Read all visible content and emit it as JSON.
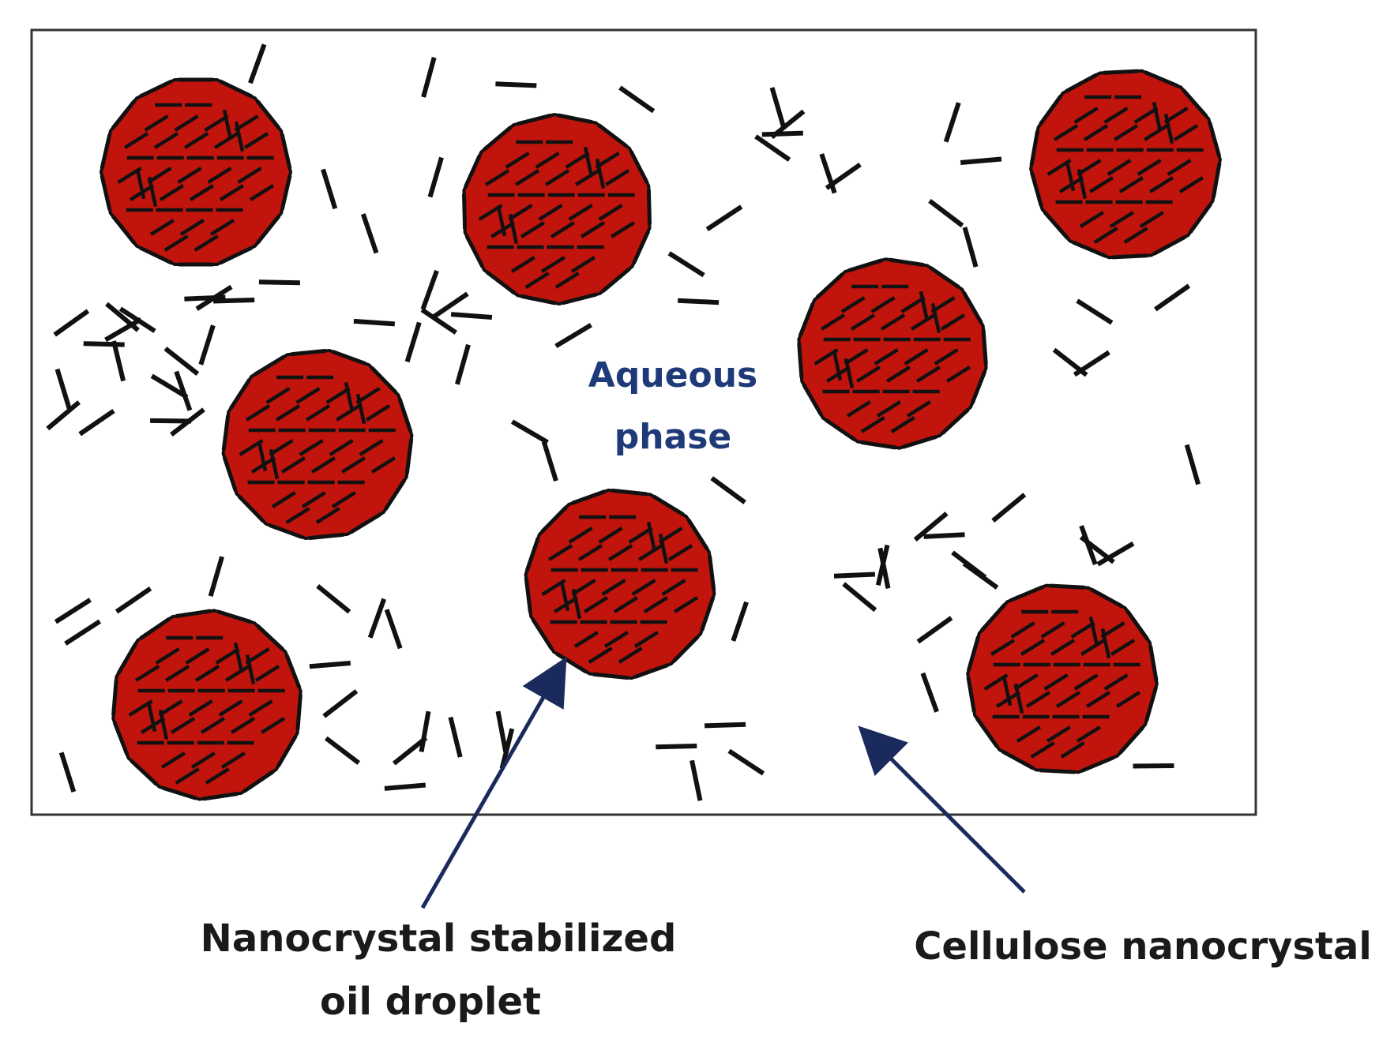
{
  "labels": {
    "aqueous_line1": "Aqueous",
    "aqueous_line2": "phase",
    "droplet_line1": "Nanocrystal stabilized",
    "droplet_line2": "oil droplet",
    "crystal": "Cellulose nanocrystal"
  },
  "colors": {
    "droplet_fill": "#c0140c",
    "rod": "#111111",
    "aqueous_text": "#1f3a78",
    "arrow": "#1b2a5c",
    "frame": "#333333"
  },
  "droplet_count": 8
}
